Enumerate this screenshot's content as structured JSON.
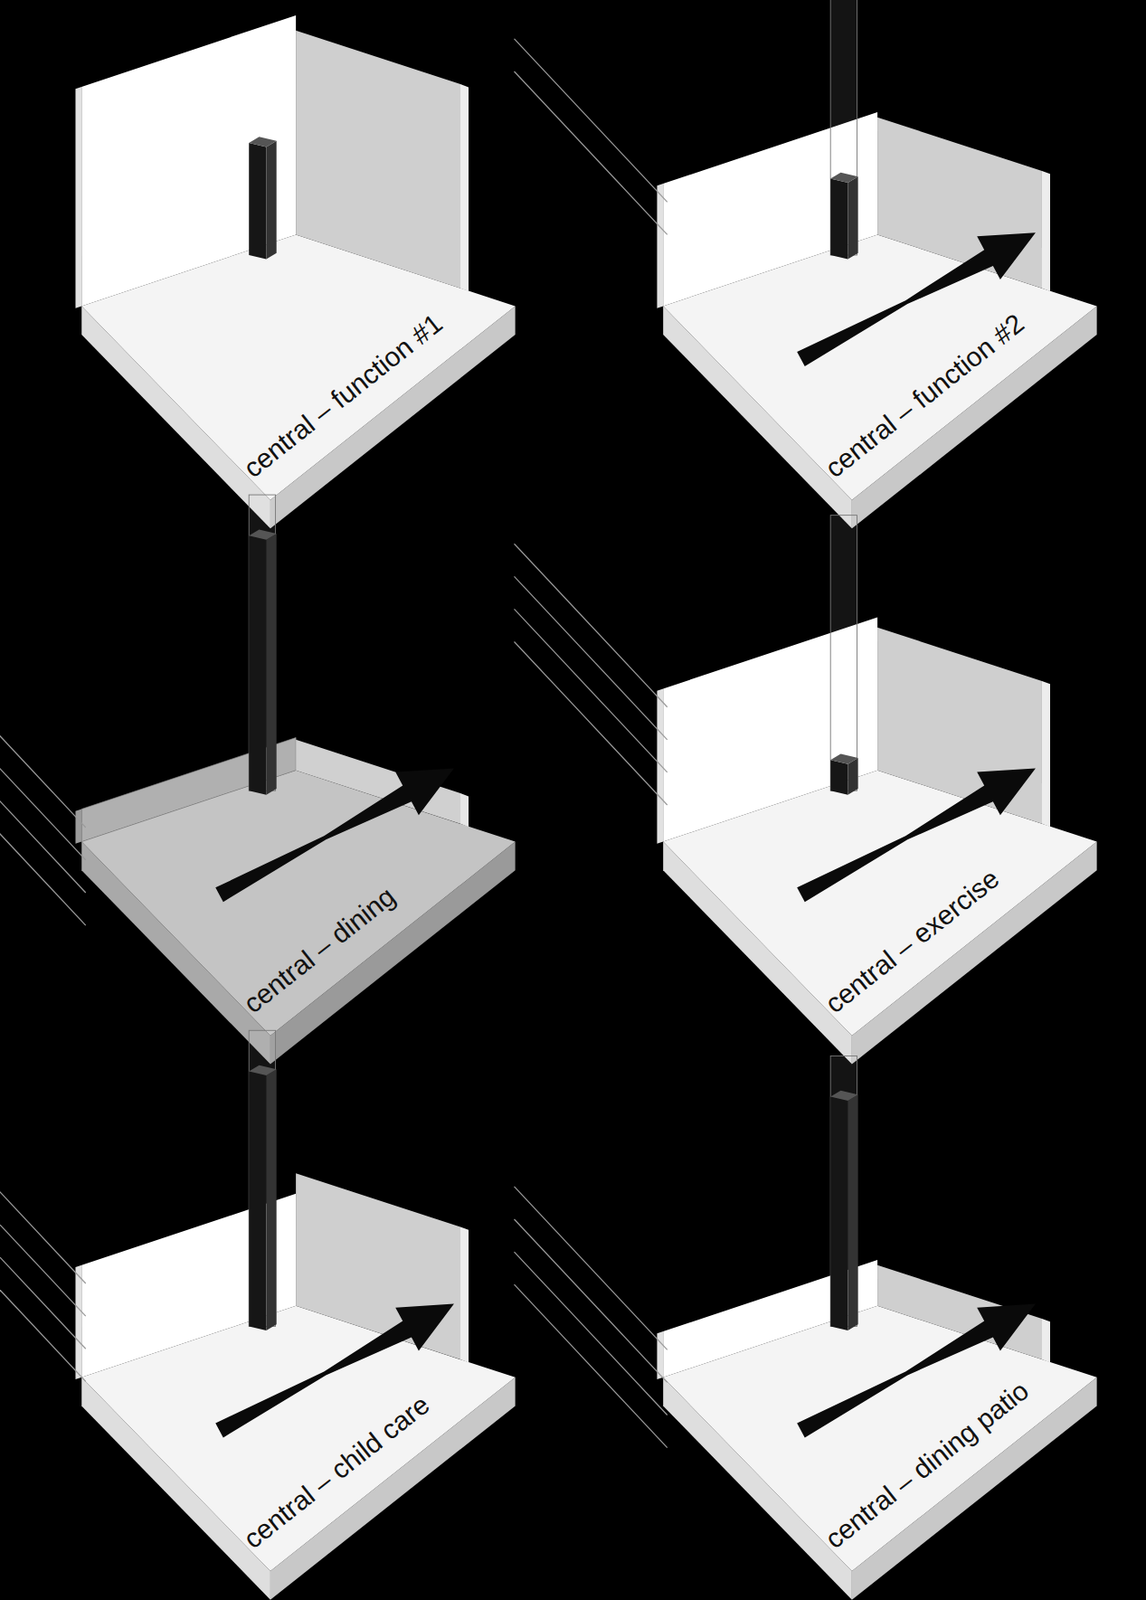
{
  "diagram": {
    "labels": [
      "central – function #1",
      "central – function #2",
      "central – dining",
      "central – exercise",
      "central – child care",
      "central – dining patio"
    ]
  }
}
